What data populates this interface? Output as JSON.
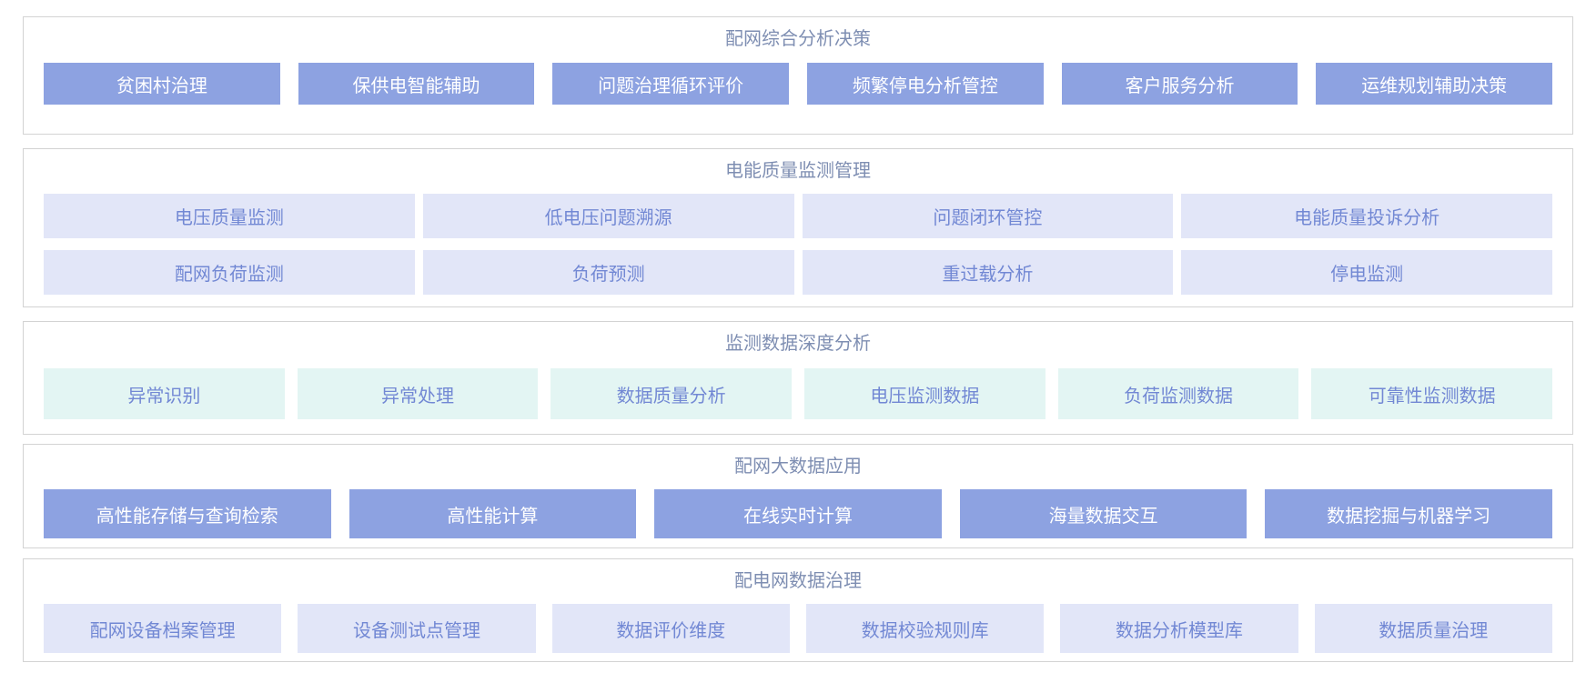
{
  "colors": {
    "panel_border": "#d3d3d3",
    "title_text": "#7e8eb2",
    "dark_button_bg": "#8da2e1",
    "dark_button_text": "#ffffff",
    "lavender_button_bg": "#e2e6f8",
    "mint_button_bg": "#e3f5f3",
    "light_button_text": "#7288d4"
  },
  "sections": [
    {
      "id": "comprehensive-analysis-decision",
      "title": "配网综合分析决策",
      "style": "dark",
      "rows": [
        [
          "贫困村治理",
          "保供电智能辅助",
          "问题治理循环评价",
          "频繁停电分析管控",
          "客户服务分析",
          "运维规划辅助决策"
        ]
      ]
    },
    {
      "id": "power-quality-monitoring",
      "title": "电能质量监测管理",
      "style": "lavender",
      "rows": [
        [
          "电压质量监测",
          "低电压问题溯源",
          "问题闭环管控",
          "电能质量投诉分析"
        ],
        [
          "配网负荷监测",
          "负荷预测",
          "重过载分析",
          "停电监测"
        ]
      ]
    },
    {
      "id": "monitoring-data-deep-analysis",
      "title": "监测数据深度分析",
      "style": "mint",
      "rows": [
        [
          "异常识别",
          "异常处理",
          "数据质量分析",
          "电压监测数据",
          "负荷监测数据",
          "可靠性监测数据"
        ]
      ]
    },
    {
      "id": "distribution-big-data-application",
      "title": "配网大数据应用",
      "style": "dark",
      "rows": [
        [
          "高性能存储与查询检索",
          "高性能计算",
          "在线实时计算",
          "海量数据交互",
          "数据挖掘与机器学习"
        ]
      ]
    },
    {
      "id": "distribution-network-data-governance",
      "title": "配电网数据治理",
      "style": "lavender",
      "rows": [
        [
          "配网设备档案管理",
          "设备测试点管理",
          "数据评价维度",
          "数据校验规则库",
          "数据分析模型库",
          "数据质量治理"
        ]
      ]
    }
  ]
}
